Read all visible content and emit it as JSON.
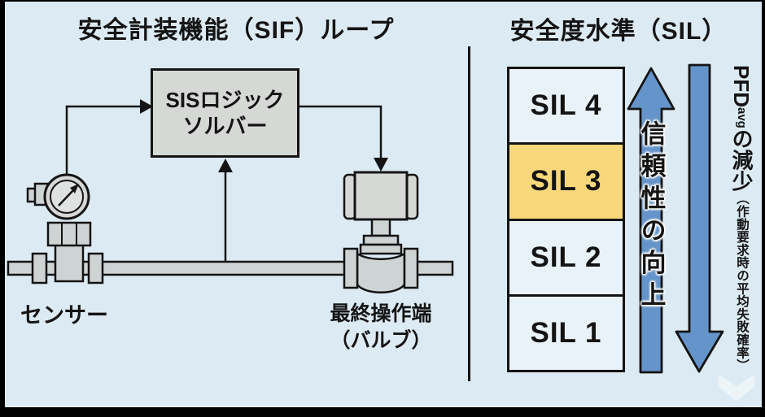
{
  "colors": {
    "background": "#dcebf3",
    "frame": "#000000",
    "box_gray": "#d6d8d6",
    "pipe_gray": "#ced3d3",
    "sil_cell_fill": "#e9f2f8",
    "sil_highlight": "#f8d87a",
    "arrow_blue": "#6494c9",
    "line_black": "#141414"
  },
  "left_panel": {
    "title": "安全計装機能（SIF）ループ",
    "logic_solver_line1": "SISロジック",
    "logic_solver_line2": "ソルバー",
    "sensor_label": "センサー",
    "final_element_line1": "最終操作端",
    "final_element_line2": "（バルブ）"
  },
  "right_panel": {
    "title": "安全度水準（SIL）",
    "sil_levels": [
      {
        "label": "SIL 4"
      },
      {
        "label": "SIL 3"
      },
      {
        "label": "SIL 2"
      },
      {
        "label": "SIL 1"
      }
    ],
    "up_arrow_label": "信頼性の向上",
    "pfd_label_main": "PFD",
    "pfd_label_sub": "avg",
    "pfd_label_tail": "の減少",
    "pfd_note": "（作動要求時の平均失敗確率）"
  }
}
